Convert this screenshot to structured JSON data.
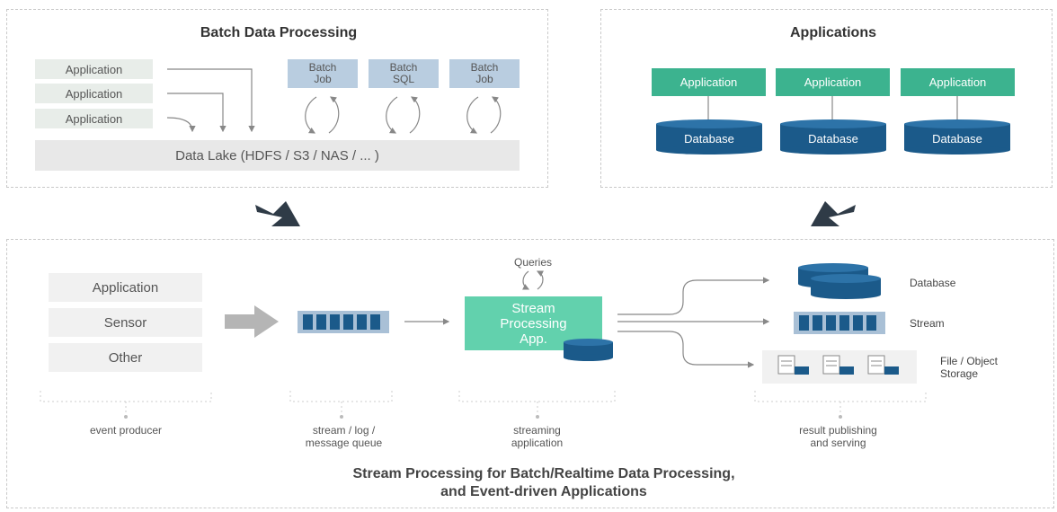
{
  "batch": {
    "title": "Batch Data Processing",
    "apps": [
      "Application",
      "Application",
      "Application"
    ],
    "jobs": [
      "Batch\nJob",
      "Batch\nSQL",
      "Batch\nJob"
    ],
    "lake": "Data Lake (HDFS / S3 / NAS / ... )"
  },
  "applications": {
    "title": "Applications",
    "apps": [
      "Application",
      "Application",
      "Application"
    ],
    "dbs": [
      "Database",
      "Database",
      "Database"
    ]
  },
  "stream": {
    "producers": [
      "Application",
      "Sensor",
      "Other"
    ],
    "queries": "Queries",
    "app": "Stream\nProcessing\nApp.",
    "outputs": {
      "database": "Database",
      "stream": "Stream",
      "storage": "File / Object\nStorage"
    },
    "labels": {
      "producer": "event producer",
      "queue": "stream / log /\nmessage queue",
      "streaming": "streaming\napplication",
      "result": "result publishing\nand serving"
    },
    "title": "Stream Processing for Batch/Realtime Data Processing,\nand Event-driven Applications"
  },
  "colors": {
    "green": "#3cb38f",
    "lightGreen": "#62d1ad",
    "navy": "#1b5a8a",
    "steel": "#b9cde0"
  }
}
